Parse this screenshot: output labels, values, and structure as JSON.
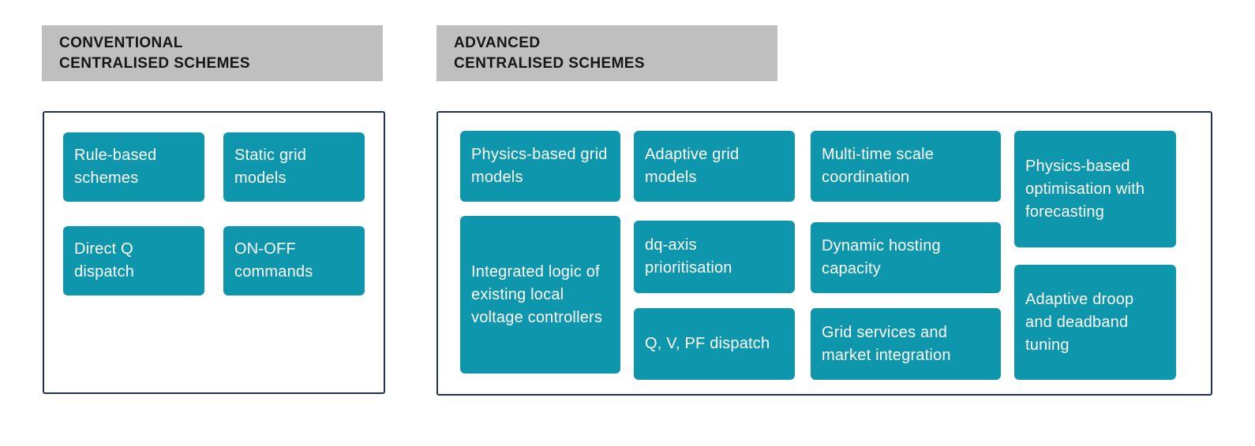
{
  "colors": {
    "box_fill": "#0e96ac",
    "box_text": "#ffffff",
    "panel_border": "#203253",
    "header_bg": "#bfbfbf",
    "header_text": "#161616",
    "page_bg": "#ffffff"
  },
  "sections": [
    {
      "name": "conventional",
      "header_line1": "CONVENTIONAL",
      "header_line2": "CENTRALISED SCHEMES",
      "boxes": [
        "Rule-based schemes",
        "Static grid models",
        "Direct Q dispatch",
        "ON-OFF commands"
      ]
    },
    {
      "name": "advanced",
      "header_line1": "ADVANCED",
      "header_line2": "CENTRALISED SCHEMES",
      "boxes": [
        "Physics-based grid models",
        "Adaptive grid models",
        "Multi-time scale coordination",
        "Physics-based optimisation with forecasting",
        "Integrated logic of existing local voltage controllers",
        "dq-axis prioritisation",
        "Dynamic hosting capacity",
        "Q, V, PF dispatch",
        "Grid services and market integration",
        "Adaptive droop and deadband tuning"
      ]
    }
  ]
}
